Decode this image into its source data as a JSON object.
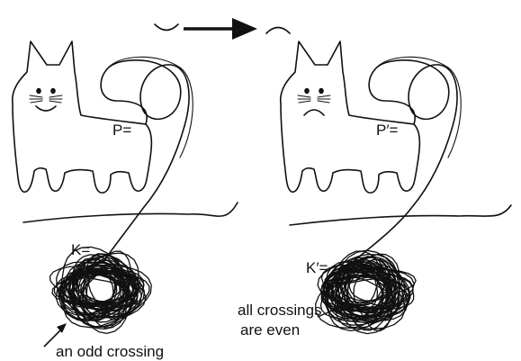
{
  "top": {
    "left_mouth": "smile",
    "right_mouth": "frown"
  },
  "left_panel": {
    "cat_label": "P=",
    "yarn_label": "K=",
    "annotation": "an odd crossing"
  },
  "right_panel": {
    "cat_label": "P′=",
    "yarn_label": "K′=",
    "annotation_line1": "all crossings",
    "annotation_line2": "are even"
  }
}
